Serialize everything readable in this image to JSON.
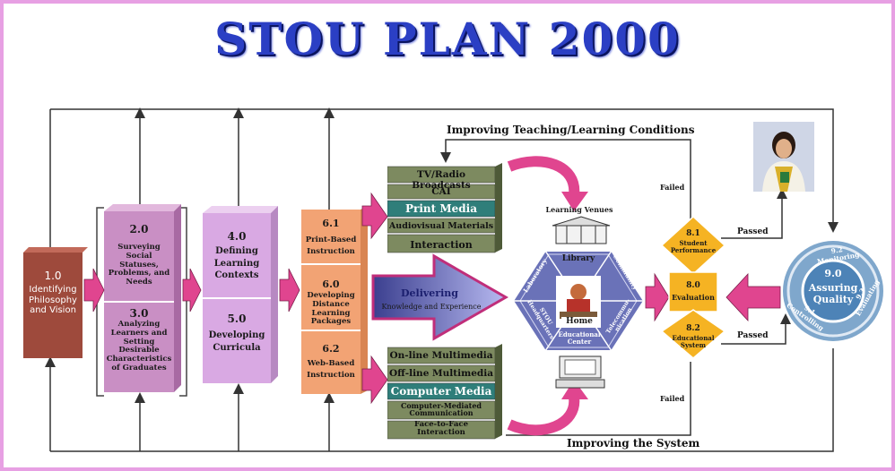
{
  "title": "STOU PLAN 2000",
  "feedback": {
    "top": "Improving Teaching/Learning Conditions",
    "bottom": "Improving the System"
  },
  "box1": {
    "number": "1.0",
    "text": "Identifying Philosophy and Vision"
  },
  "box2": {
    "number": "2.0",
    "text": "Surveying Social Statuses, Problems, and Needs"
  },
  "box3": {
    "number": "3.0",
    "text": "Analyzing Learners and Setting Desirable Characteristics of Graduates"
  },
  "box4": {
    "number": "4.0",
    "text": "Defining Learning Contexts"
  },
  "box5": {
    "number": "5.0",
    "text": "Developing Curricula"
  },
  "box61": {
    "number": "6.1",
    "text": "Print-Based Instruction"
  },
  "box60": {
    "number": "6.0",
    "text": "Developing Distance Learning Packages"
  },
  "box62": {
    "number": "6.2",
    "text": "Web-Based Instruction"
  },
  "print_stack": [
    "TV/Radio Broadcasts",
    "CAI",
    "Print Media",
    "Audiovisual Materials",
    "Interaction"
  ],
  "computer_stack": [
    "On-line Multimedia",
    "Off-line Multimedia",
    "Computer Media",
    "Computer-Mediated Communication",
    "Face-to-Face Interaction"
  ],
  "delivering": {
    "title": "Delivering",
    "subtitle": "Knowledge and Experience"
  },
  "venues": {
    "label": "Learning Venues",
    "library": "Library",
    "community": "Community",
    "laboratory": "Laboratory",
    "headquarters": "STOU Headquarters",
    "home": "Home",
    "educational_center": "Educational Center",
    "telecommunication": "Telecommu-nication"
  },
  "eval81": {
    "number": "8.1",
    "text": "Student Performance"
  },
  "eval80": {
    "number": "8.0",
    "text": "Evaluation"
  },
  "eval82": {
    "number": "8.2",
    "text": "Educational System"
  },
  "labels": {
    "failed_top": "Failed",
    "failed_bottom": "Failed",
    "passed_top": "Passed",
    "passed_bottom": "Passed"
  },
  "quality": {
    "number": "9.0",
    "text": "Assuring Quality",
    "monitoring": "9.2 Monitoring",
    "controlling": "9.1 Controlling",
    "evaluating": "9.3 Evaluating"
  },
  "colors": {
    "title": "#2b3fc4",
    "border": "#e7a0e3",
    "box1": "#9e4a3c",
    "box23": "#c98fc4",
    "box45": "#d9a9e3",
    "box6": "#f2a374",
    "arrow": "#e0458f",
    "stack": "#6b7a4e",
    "venue_hex": "#6a72b8",
    "diamond": "#f5b323",
    "quality": "#6c96bf"
  }
}
